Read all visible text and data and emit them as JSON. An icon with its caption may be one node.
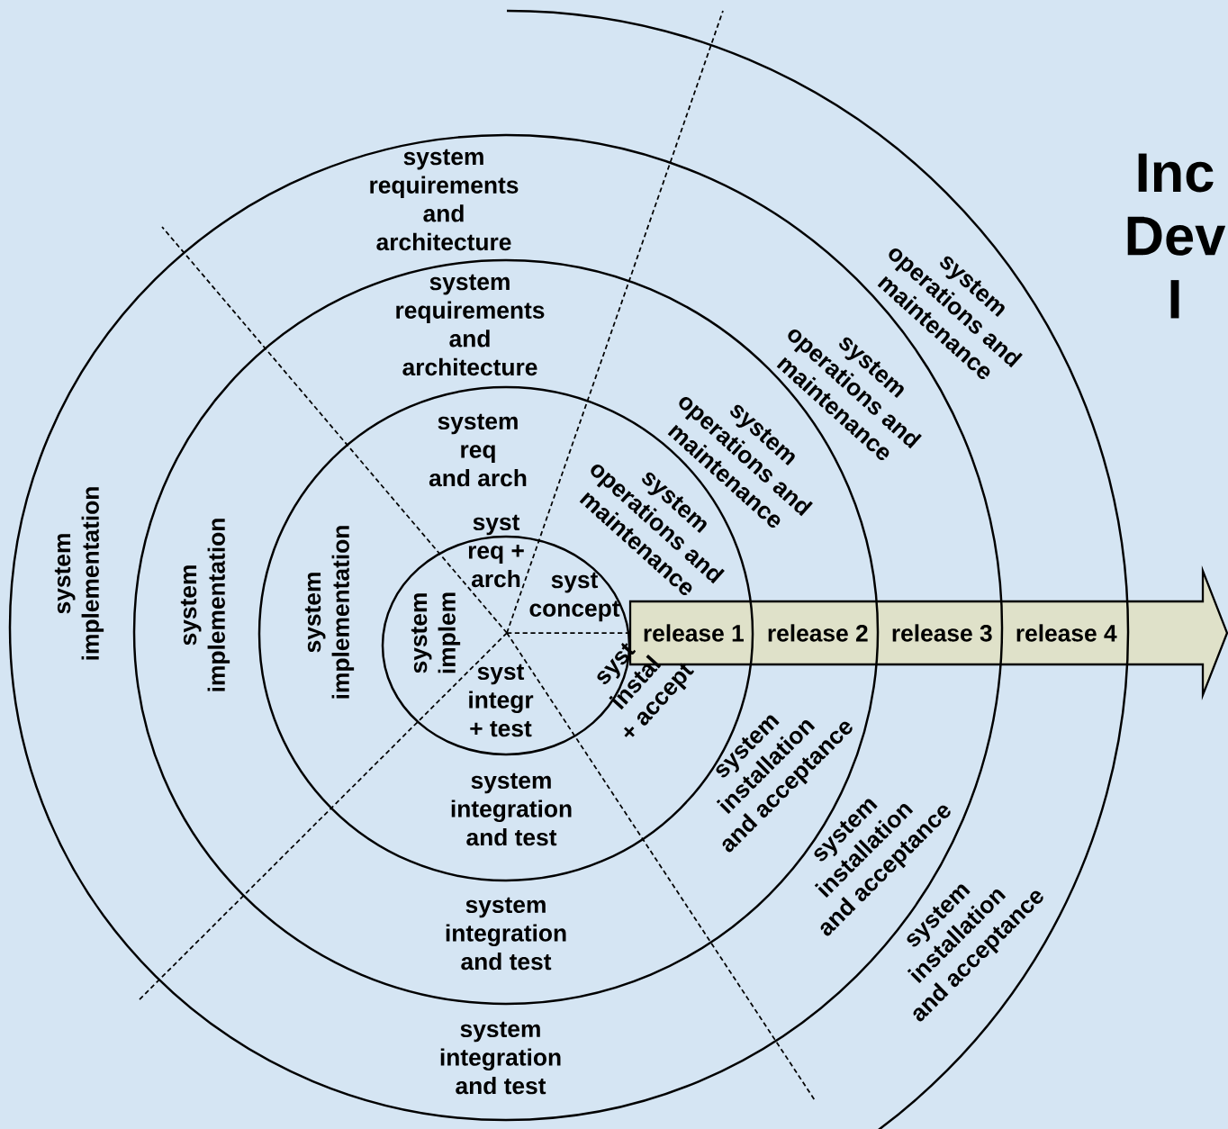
{
  "diagram": {
    "title": "Inc Dev I",
    "nodes": [
      {
        "text": [
          "release 1",
          "release 2",
          "release 3",
          "release 4"
        ]
      }
    ],
    "labels": [
      "system requirements and architecture",
      "system requirements and architecture",
      "system req and arch",
      "syst req + arch",
      "system operations and maintenance",
      "system operations and maintenance",
      "system operations and maintenance",
      "system operations and maintenance",
      "syst concept",
      "system implementation",
      "system implementation",
      "system implementation",
      "system implem",
      "syst integr + test",
      "syst instal + accept",
      "system installation and acceptance",
      "system installation and acceptance",
      "system installation and acceptance",
      "system integration and test",
      "system integration and test",
      "system integration and test"
    ]
  }
}
